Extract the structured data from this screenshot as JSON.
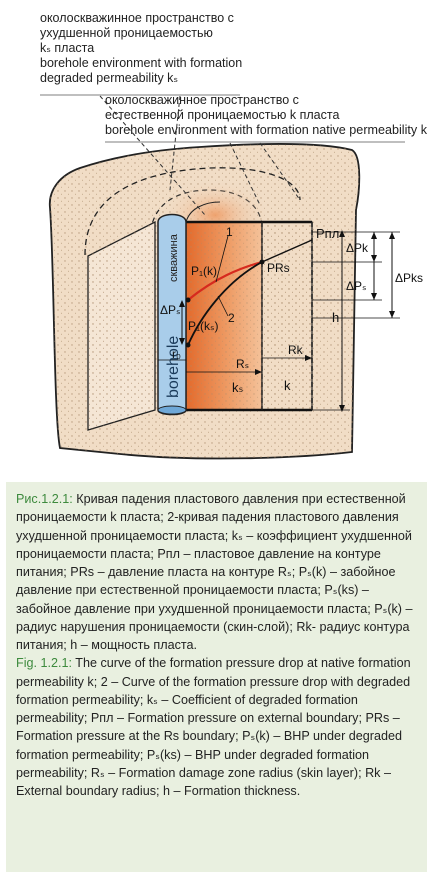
{
  "labels": {
    "ann1_ru_line1": "околоскважинное пространство с",
    "ann1_ru_line2": "ухудшенной проницаемостью",
    "ann1_ru_line3": "kₛ пласта",
    "ann1_en_line1": "borehole environment with formation",
    "ann1_en_line2": "degraded permeability kₛ",
    "ann2_ru_line1": "околоскважинное пространство с",
    "ann2_ru_line2": "естественной проницаемостью k пласта",
    "ann2_en_line1": "borehole environment with formation native permeability k",
    "well_ru": "скважина",
    "well_en": "borehole",
    "p_pl": "Pпл",
    "p1k": "P₁(k)",
    "p1ks": "P₁(kₛ)",
    "p_rs": "PRs",
    "curve_1": "1",
    "curve_2": "2",
    "dps_left": "ΔPₛ",
    "r0": "r₀",
    "rs": "Rₛ",
    "rk": "Rk",
    "ks": "kₛ",
    "k": "k",
    "dpk": "ΔPk",
    "dpks": "ΔPks",
    "dps_right": "ΔPₛ",
    "h": "h"
  },
  "caption": {
    "ru_label": "Рис.1.2.1:",
    "ru_text": " Кривая падения пластового давления при естественной проницаемости k пласта; 2-кривая падения пластового давления ухудшенной проницаемости пласта; kₛ – коэффициент ухудшенной проницаемости пласта; Pпл – пластовое давление на контуре питания; PRs – давление пласта на контуре Rₛ; Pₛ(k) – забойное давление при естественной проницаемости пласта; Pₛ(ks) – забойное давление при ухудшенной проницаемости пласта; Pₛ(k) – радиус нарушения проницаемости (скин-слой); Rk- радиус контура питания; h – мощность пласта.",
    "en_label": "Fig. 1.2.1:",
    "en_text": " The curve of the formation pressure drop at native formation permeability k; 2 – Curve of the formation pressure drop with degraded formation permeability; kₛ – Coefficient of degraded formation permeability; Pпл – Formation pressure on external boundary; PRs – Formation pressure at the Rs boundary; Pₛ(k) – BHP under degraded formation permeability; Pₛ(ks) – BHP under degraded formation permeability; Rₛ – Formation damage zone radius (skin layer); Rk – External boundary radius; h – Formation thickness."
  },
  "colors": {
    "accent_green": "#3d8a3d",
    "caption_bg": "#e9f0e0",
    "borehole_blue": "#a9cdea",
    "formation_beige": "#f1ddc6",
    "skin_orange": "#e9854a",
    "curve_red": "#d62a1e"
  }
}
